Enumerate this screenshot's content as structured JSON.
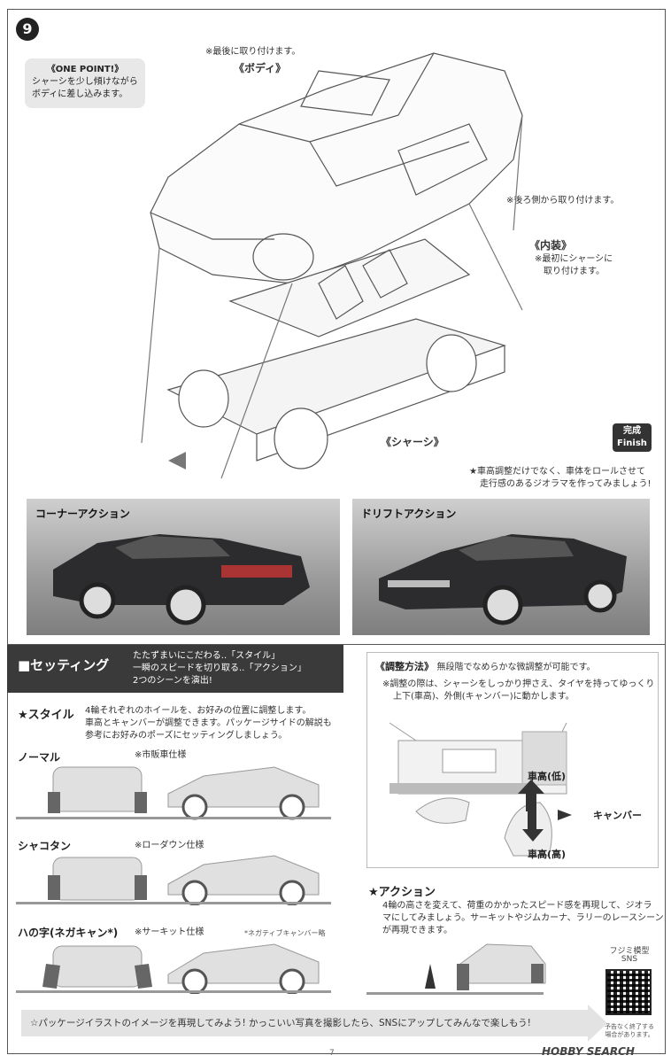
{
  "step": {
    "number": "9"
  },
  "one_point": {
    "title": "《ONE POINT!》",
    "lines": [
      "シャーシを少し傾けながら",
      "ボディに差し込みます。"
    ]
  },
  "parts": {
    "body_note": "※最後に取り付けます。",
    "body_label": "《ボディ》",
    "rear_note": "※後ろ側から取り付けます。",
    "interior_label": "《内装》",
    "interior_note_1": "※最初にシャーシに",
    "interior_note_2": "取り付けます。",
    "chassis_label": "《シャーシ》"
  },
  "finish": {
    "jp": "完成",
    "en": "Finish"
  },
  "roll_note": {
    "line1": "★車高調整だけでなく、車体をロールさせて",
    "line2": "走行感のあるジオラマを作ってみましょう!"
  },
  "photos": {
    "corner": "コーナーアクション",
    "drift": "ドリフトアクション"
  },
  "setting": {
    "heading": "■セッティング",
    "desc": [
      "たたずまいにこだわる..「スタイル」",
      "一瞬のスピードを切り取る..「アクション」",
      "2つのシーンを演出!"
    ]
  },
  "style": {
    "heading": "★スタイル",
    "desc": [
      "4輪それぞれのホイールを、お好みの位置に調整します。",
      "車高とキャンバーが調整できます。パッケージサイドの解説も",
      "参考にお好みのポーズにセッティングしましょう。"
    ],
    "rows": [
      {
        "title": "ノーマル",
        "note": "※市販車仕様"
      },
      {
        "title": "シャコタン",
        "note": "※ローダウン仕様"
      },
      {
        "title": "ハの字(ネガキャン*)",
        "note": "※サーキット仕様",
        "footnote": "*ネガティブキャンバー略"
      }
    ]
  },
  "adjust": {
    "heading": "《調整方法》",
    "heading_desc": "無段階でなめらかな微調整が可能です。",
    "note": [
      "※調整の際は、シャーシをしっかり押さえ、タイヤを持ってゆっくり",
      "上下(車高)、外側(キャンバー)に動かします。"
    ],
    "low": "車高(低)",
    "high": "車高(高)",
    "camber": "キャンバー"
  },
  "action": {
    "heading": "★アクション",
    "desc": [
      "4輪の高さを変えて、荷重のかかったスピード感を再現して、ジオラ",
      "マにしてみましょう。サーキットやジムカーナ、ラリーのレースシーン",
      "が再現できます。"
    ]
  },
  "sns": {
    "title": "フジミ模型",
    "sub": "SNS",
    "note_1": "予告なく終了する",
    "note_2": "場合があります。"
  },
  "banner": "☆パッケージイラストのイメージを再現してみよう! かっこいい写真を撮影したら、SNSにアップしてみんなで楽しもう!",
  "page_number": "7",
  "watermark": "HOBBY SEARCH",
  "colors": {
    "dark_band": "#3a3a3a",
    "light_panel": "#e8e8e8",
    "car_body": "#2c2c2e"
  }
}
